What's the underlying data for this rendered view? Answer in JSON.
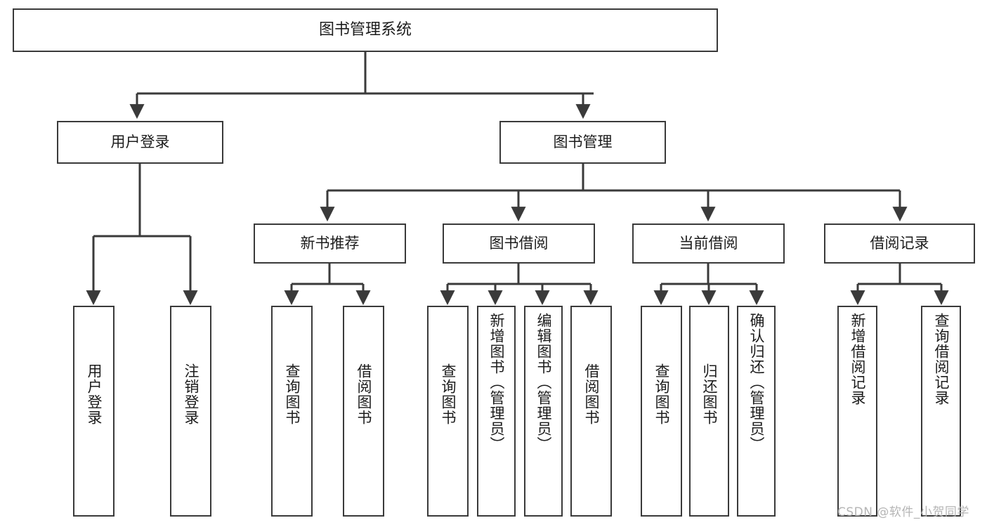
{
  "diagram": {
    "type": "tree-hierarchy-chart",
    "title": "图书管理系统",
    "colors": {
      "box_border": "#3a3a3a",
      "box_fill": "#ffffff",
      "edge": "#3a3a3a",
      "text": "#1c1c1c",
      "background": "#ffffff",
      "watermark": "#b5b5b5"
    },
    "levels": {
      "root": [
        "图书管理系统"
      ],
      "level2": [
        "用户登录",
        "图书管理"
      ],
      "level3": [
        "新书推荐",
        "图书借阅",
        "当前借阅",
        "借阅记录"
      ],
      "leaves": [
        "用户登录",
        "注销登录",
        "查询图书",
        "借阅图书",
        "查询图书",
        "新增图书（管理员）",
        "编辑图书（管理员）",
        "借阅图书",
        "查询图书",
        "归还图书",
        "确认归还（管理员）",
        "新增借阅记录",
        "查询借阅记录"
      ]
    },
    "nodes": {
      "root": {
        "label": "图书管理系统"
      },
      "user_login": {
        "label": "用户登录"
      },
      "book_manage": {
        "label": "图书管理"
      },
      "new_book_rec": {
        "label": "新书推荐"
      },
      "book_borrow": {
        "label": "图书借阅"
      },
      "current_borrow": {
        "label": "当前借阅"
      },
      "borrow_record": {
        "label": "借阅记录"
      },
      "leaf_user_login": {
        "label": "用户登录"
      },
      "leaf_logout": {
        "label": "注销登录"
      },
      "leaf_query_book_1": {
        "label": "查询图书"
      },
      "leaf_borrow_book_1": {
        "label": "借阅图书"
      },
      "leaf_query_book_2": {
        "label": "查询图书"
      },
      "leaf_add_book_admin": {
        "label": "新增图书（管理员）"
      },
      "leaf_edit_book_admin": {
        "label": "编辑图书（管理员）"
      },
      "leaf_borrow_book_2": {
        "label": "借阅图书"
      },
      "leaf_query_book_3": {
        "label": "查询图书"
      },
      "leaf_return_book": {
        "label": "归还图书"
      },
      "leaf_confirm_return_admin": {
        "label": "确认归还（管理员）"
      },
      "leaf_add_borrow_record": {
        "label": "新增借阅记录"
      },
      "leaf_query_borrow_record": {
        "label": "查询借阅记录"
      }
    },
    "edges": [
      {
        "from": "root",
        "to": "user_login"
      },
      {
        "from": "root",
        "to": "book_manage"
      },
      {
        "from": "user_login",
        "to": "leaf_user_login"
      },
      {
        "from": "user_login",
        "to": "leaf_logout"
      },
      {
        "from": "book_manage",
        "to": "new_book_rec"
      },
      {
        "from": "book_manage",
        "to": "book_borrow"
      },
      {
        "from": "book_manage",
        "to": "current_borrow"
      },
      {
        "from": "book_manage",
        "to": "borrow_record"
      },
      {
        "from": "new_book_rec",
        "to": "leaf_query_book_1"
      },
      {
        "from": "new_book_rec",
        "to": "leaf_borrow_book_1"
      },
      {
        "from": "book_borrow",
        "to": "leaf_query_book_2"
      },
      {
        "from": "book_borrow",
        "to": "leaf_add_book_admin"
      },
      {
        "from": "book_borrow",
        "to": "leaf_edit_book_admin"
      },
      {
        "from": "book_borrow",
        "to": "leaf_borrow_book_2"
      },
      {
        "from": "current_borrow",
        "to": "leaf_query_book_3"
      },
      {
        "from": "current_borrow",
        "to": "leaf_return_book"
      },
      {
        "from": "current_borrow",
        "to": "leaf_confirm_return_admin"
      },
      {
        "from": "borrow_record",
        "to": "leaf_add_borrow_record"
      },
      {
        "from": "borrow_record",
        "to": "leaf_query_borrow_record"
      }
    ]
  },
  "watermark": {
    "text": "CSDN @软件_小贺同学"
  }
}
